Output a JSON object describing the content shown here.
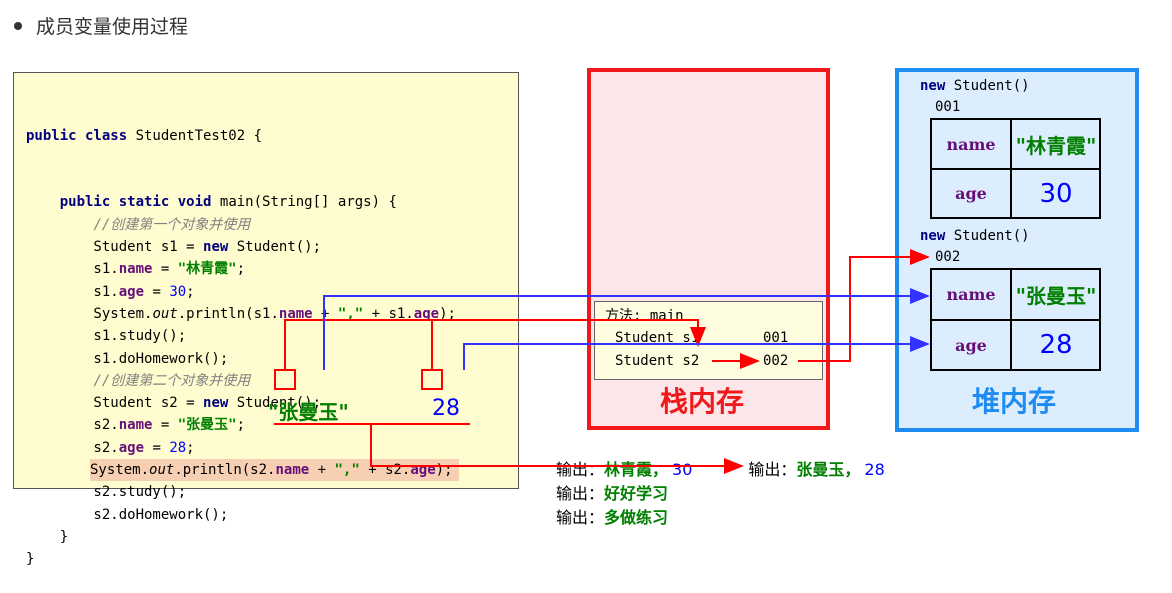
{
  "heading": {
    "text": "成员变量使用过程"
  },
  "code": {
    "lines": [
      "public class StudentTest02 {",
      "    public static void main(String[] args) {",
      "        //创建第一个对象并使用",
      "        Student s1 = new Student();",
      "        s1.name = \"林青霞\";",
      "        s1.age = 30;",
      "        System.out.println(s1.name + \",\" + s1.age);",
      "        s1.study();",
      "        s1.doHomework();",
      "        //创建第二个对象并使用",
      "        Student s2 = new Student();",
      "        s2.name = \"张曼玉\";",
      "        s2.age = 28;",
      "        System.out.println(s2.name + \",\" + s2.age);",
      "        s2.study();",
      "        s2.doHomework();",
      "    }",
      "}"
    ],
    "annotation_name": "\"张曼玉\"",
    "annotation_age": "28"
  },
  "stack": {
    "label": "栈内存",
    "frame_title": "方法: main",
    "rows": [
      {
        "var": "Student s1",
        "addr": "001"
      },
      {
        "var": "Student s2",
        "addr": "002"
      }
    ]
  },
  "heap": {
    "label": "堆内存",
    "objects": [
      {
        "header": "new Student()",
        "addr": "001",
        "name_label": "name",
        "name_value": "\"林青霞\"",
        "age_label": "age",
        "age_value": "30"
      },
      {
        "header": "new Student()",
        "addr": "002",
        "name_label": "name",
        "name_value": "\"张曼玉\"",
        "age_label": "age",
        "age_value": "28"
      }
    ]
  },
  "output": {
    "prefix": "输出：",
    "line1_a": "林青霞，",
    "line1_a_num": "30",
    "line1_b": "张曼玉，",
    "line1_b_num": "28",
    "line2": "好好学习",
    "line3": "多做练习"
  },
  "colors": {
    "stack_border": "#f01818",
    "heap_border": "#1e8cf0",
    "red_arrow": "#ff0000",
    "blue_arrow": "#3333ff",
    "string_green": "#007f00"
  }
}
